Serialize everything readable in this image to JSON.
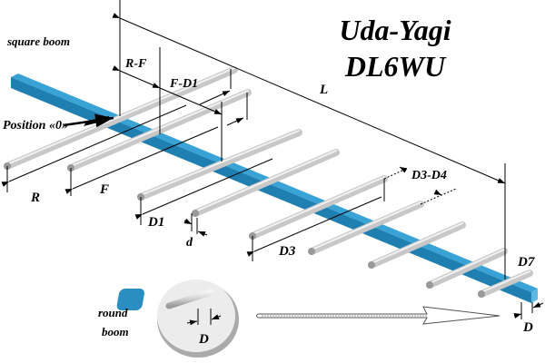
{
  "title": {
    "line1": "Uda-Yagi",
    "line2": "DL6WU"
  },
  "labels": {
    "square_boom": "square boom",
    "position_zero": "Position «0»",
    "r_f": "R-F",
    "f_d1": "F-D1",
    "l": "L",
    "r": "R",
    "f": "F",
    "d1": "D1",
    "d_small": "d",
    "d3": "D3",
    "d3_d4": "D3-D4",
    "d7": "D7",
    "d_boom": "D",
    "round_boom": "round\nboom",
    "round_boom_line1": "round",
    "round_boom_line2": "boom",
    "d_round": "D"
  },
  "colors": {
    "boom_top": "#3aa3d6",
    "boom_side": "#1f7fb0",
    "rod": "#d4d4d4"
  }
}
